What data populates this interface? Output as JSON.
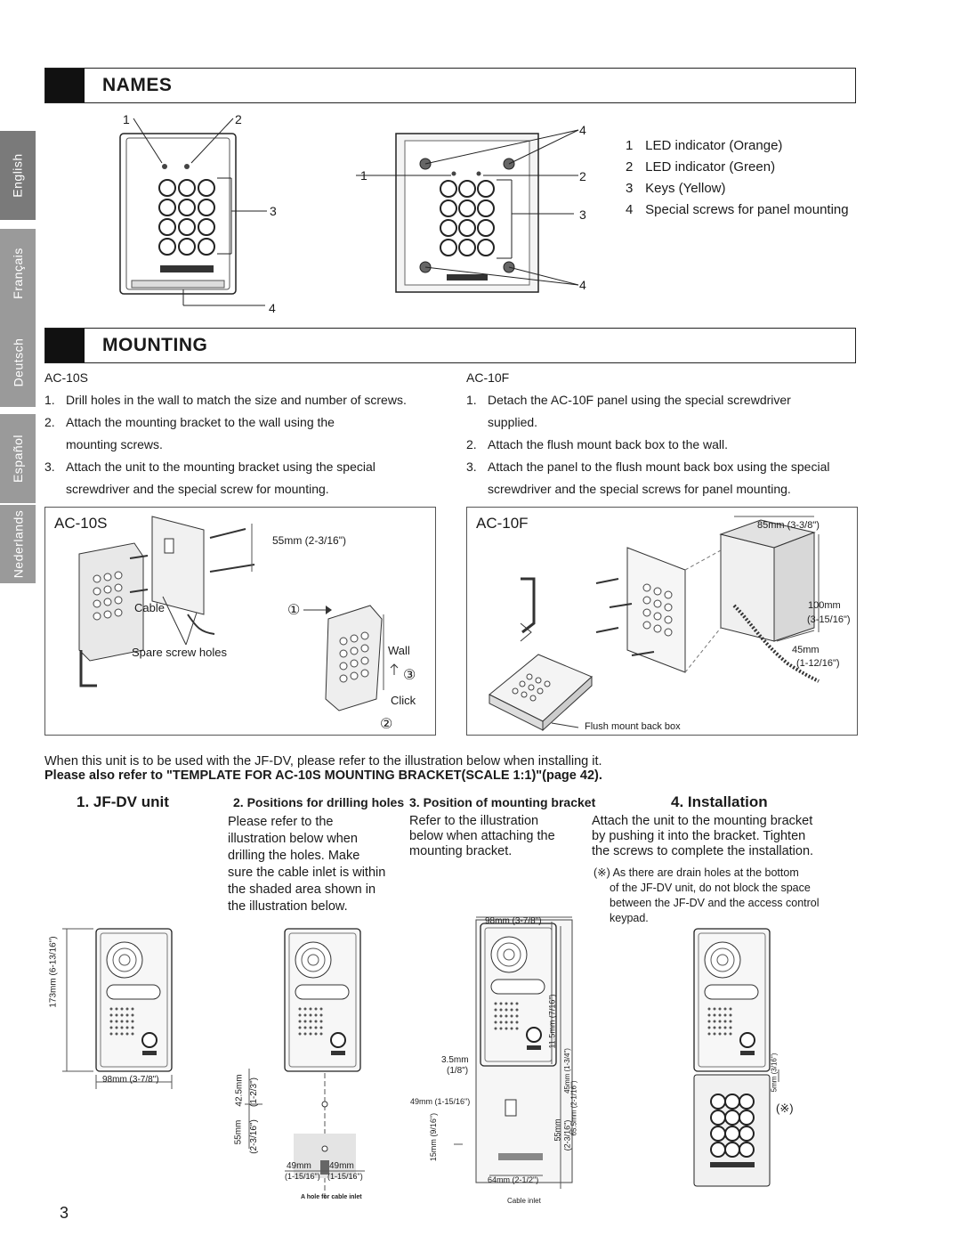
{
  "sidebar": [
    "English",
    "Français",
    "Deutsch",
    "Español",
    "Nederlands"
  ],
  "names": {
    "title": "NAMES",
    "callouts": [
      "1",
      "2",
      "3",
      "4"
    ],
    "items": [
      {
        "num": "1",
        "text": "LED indicator (Orange)"
      },
      {
        "num": "2",
        "text": "LED indicator (Green)"
      },
      {
        "num": "3",
        "text": "Keys (Yellow)"
      },
      {
        "num": "4",
        "text": "Special screws for panel mounting"
      }
    ]
  },
  "mounting": {
    "title": "MOUNTING",
    "ac10s": {
      "model": "AC-10S",
      "steps": [
        {
          "num": "1.",
          "text": "Drill holes in the wall to match the size and number of screws."
        },
        {
          "num": "2.",
          "text": "Attach the mounting bracket to the wall using the"
        },
        {
          "num": "",
          "text": "mounting screws."
        },
        {
          "num": "3.",
          "text": "Attach the unit to the mounting bracket using the special"
        },
        {
          "num": "",
          "text": "screwdriver and the special screw for mounting."
        }
      ],
      "figure": {
        "label": "AC-10S",
        "dim_55": "55mm (2-3/16\")",
        "cable": "Cable",
        "spare": "Spare screw holes",
        "wall": "Wall",
        "click": "Click",
        "step1": "①",
        "step2": "②",
        "step3": "③"
      }
    },
    "ac10f": {
      "model": "AC-10F",
      "steps": [
        {
          "num": "1.",
          "text": "Detach the AC-10F panel using the special screwdriver"
        },
        {
          "num": "",
          "text": "supplied."
        },
        {
          "num": "2.",
          "text": "Attach the flush mount back box to the wall."
        },
        {
          "num": "3.",
          "text": "Attach the panel to the flush mount back box using the special"
        },
        {
          "num": "",
          "text": "screwdriver and the special screws for panel mounting."
        }
      ],
      "figure": {
        "label": "AC-10F",
        "dim_85": "85mm (3-3/8\")",
        "dim_100a": "100mm",
        "dim_100b": "(3-15/16\")",
        "dim_45a": "45mm",
        "dim_45b": "(1-12/16\")",
        "flush": "Flush mount back box"
      }
    }
  },
  "jfdv": {
    "note1": "When this unit is to be used with the JF-DV, please refer to the illustration below when installing it.",
    "note2": "Please also refer to \"TEMPLATE FOR AC-10S MOUNTING BRACKET(SCALE 1:1)\"(page 42).",
    "col1_title": "1. JF-DV unit",
    "col2_title": "2. Positions for drilling holes",
    "col2_text": [
      "Please refer to the",
      "illustration below when",
      "drilling the holes. Make",
      "sure the cable inlet is within",
      "the shaded area shown in",
      "the illustration below."
    ],
    "col3_title": "3. Position of mounting bracket",
    "col3_text": [
      "Refer to the illustration",
      "below when attaching the",
      "mounting bracket."
    ],
    "col4_title": "4. Installation",
    "col4_text": [
      "Attach the unit to the mounting bracket",
      "by pushing it into the bracket. Tighten",
      "the screws to complete the installation."
    ],
    "col4_note": [
      "(※) As there are drain holes at the bottom",
      "of the JF-DV unit, do not block the space",
      "between the JF-DV and the access control",
      "keypad."
    ],
    "dims": {
      "h173": "173mm (6-13/16\")",
      "w98": "98mm (3-7/8\")",
      "w98b": "98mm (3-7/8\")",
      "d42": "42.5mm",
      "d42b": "(1-2/3\")",
      "d55": "55mm",
      "d55b": "(2-3/16\")",
      "d49a": "49mm",
      "d49ab": "(1-15/16\")",
      "d49b": "49mm",
      "d49bb": "(1-15/16\")",
      "hole": "A hole for cable inlet",
      "d35": "3.5mm",
      "d35b": "(1/8\")",
      "d49c": "49mm (1-15/16\")",
      "d15": "15mm (9/16\")",
      "d115": "11.5mm (7/16\")",
      "d55c": "55mm",
      "d55cb": "(2-3/16\")",
      "d64": "64mm (2-1/2\")",
      "d65": "65.5mm (2-1/16\")",
      "d5": "5mm (3/16\")",
      "cable_inlet": "Cable inlet",
      "mark": "(※)",
      "d45": "45mm (1-3/4\")"
    }
  },
  "page_number": "3"
}
